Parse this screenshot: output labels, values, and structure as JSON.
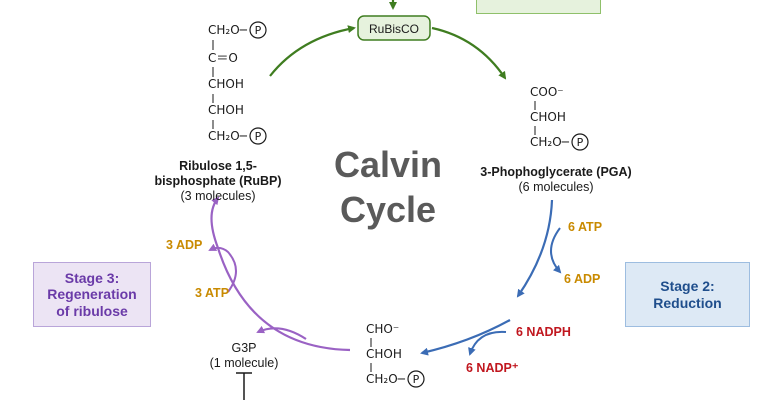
{
  "title": {
    "line1": "Calvin",
    "line2": "Cycle"
  },
  "enzyme": "RuBisCO",
  "stages": {
    "stage2": [
      "Stage 2:",
      "Reduction"
    ],
    "stage3": [
      "Stage 3:",
      "Regeneration",
      "of ribulose"
    ]
  },
  "rubp": {
    "formula": [
      "CH₂O─",
      "C＝O",
      "CHOH",
      "CHOH",
      "CH₂O─"
    ],
    "name_line1": "Ribulose 1,5-",
    "name_line2": "bisphosphate (RuBP)",
    "count": "(3 molecules)"
  },
  "pga": {
    "formula": [
      "COO⁻",
      "CHOH",
      "CH₂O─"
    ],
    "name": "3-Phophoglycerate (PGA)",
    "count": "(6 molecules)"
  },
  "g3p_product": {
    "formula": [
      "CHO⁻",
      "CHOH",
      "CH₂O─"
    ]
  },
  "g3p_output": {
    "name": "G3P",
    "count": "(1 molecule)"
  },
  "phosphate_symbol": "P",
  "cofactors": {
    "atp_in_reduction": "6 ATP",
    "adp_out_reduction": "6 ADP",
    "nadph_in": "6 NADPH",
    "nadp_out": "6 NADP⁺",
    "atp_in_regen": "3 ATP",
    "adp_out_regen": "3 ADP"
  },
  "colors": {
    "fixation": "#3f7d20",
    "reduction": "#3b6cb5",
    "regeneration": "#9a62c4",
    "energy": "#c98a00",
    "nadph": "#c0161e"
  }
}
